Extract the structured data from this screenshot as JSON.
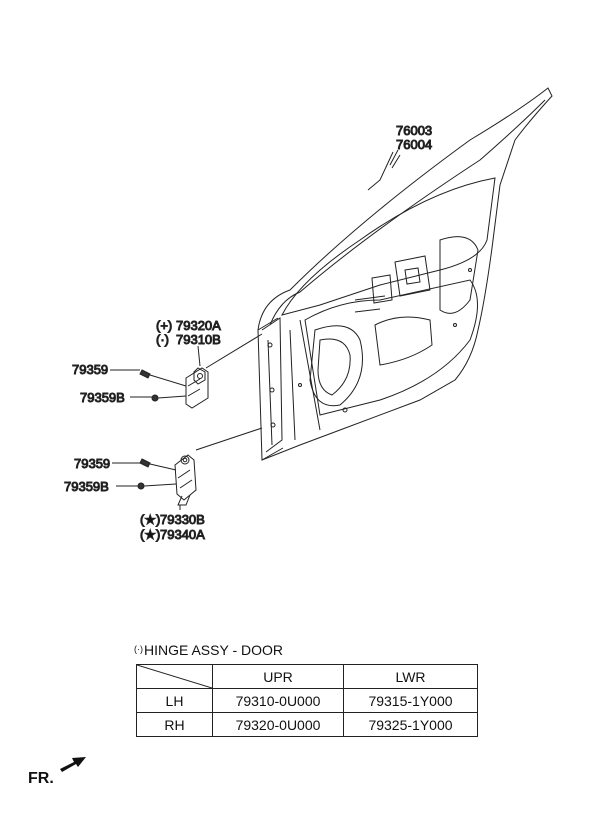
{
  "callouts": {
    "door_panel_upper": "76003",
    "door_panel_lower": "76004",
    "upper_hinge_a": "79320A",
    "upper_hinge_b": "79310B",
    "upper_bolt": "79359",
    "upper_bolt_b": "79359B",
    "lower_bolt": "79359",
    "lower_bolt_b": "79359B",
    "lower_hinge_a": "79330B",
    "lower_hinge_b": "79340A",
    "mark_plus": "(+)",
    "mark_dot": "(·)",
    "mark_star": "(★)"
  },
  "hinge_table": {
    "title_mark": "(·)",
    "title": "HINGE ASSY - DOOR",
    "headers": [
      "",
      "UPR",
      "LWR"
    ],
    "rows": [
      {
        "side": "LH",
        "upr": "79310-0U000",
        "lwr": "79315-1Y000"
      },
      {
        "side": "RH",
        "upr": "79320-0U000",
        "lwr": "79325-1Y000"
      }
    ]
  },
  "direction": {
    "label": "FR."
  },
  "icons": {
    "front_arrow": "front-direction-arrow-icon"
  }
}
